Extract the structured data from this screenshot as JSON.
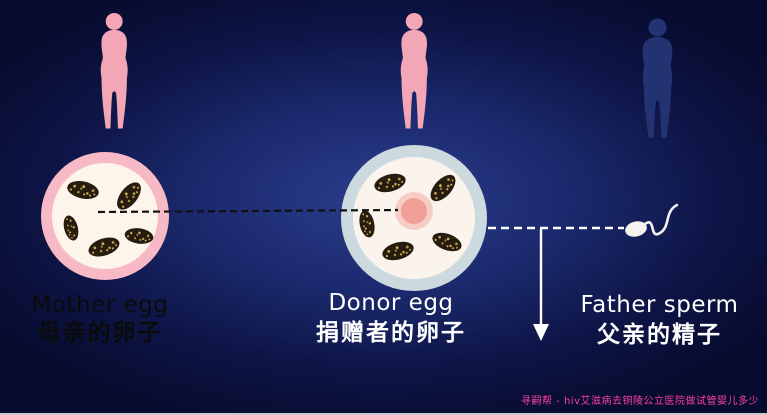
{
  "diagram": {
    "type": "egg-donation-illustration",
    "nodes": [
      {
        "id": "mother",
        "figure": "female-silhouette",
        "cell": "mother-egg"
      },
      {
        "id": "donor",
        "figure": "female-silhouette",
        "cell": "donor-egg-with-nucleus"
      },
      {
        "id": "father",
        "figure": "male-silhouette",
        "cell": "sperm"
      }
    ],
    "connectors": [
      {
        "from": "mother-egg",
        "to": "donor-egg",
        "style": "dashed-black"
      },
      {
        "from": "sperm",
        "to": "donor-egg",
        "style": "dashed-white-with-down-arrow"
      }
    ]
  },
  "labels": {
    "mother": {
      "en": "Mother egg",
      "zh": "母亲的卵子"
    },
    "donor": {
      "en": "Donor egg",
      "zh": "捐赠者的卵子"
    },
    "father": {
      "en": "Father sperm",
      "zh": "父亲的精子"
    }
  },
  "watermark": {
    "text": "寻嗣帮 - hiv艾滋病去铜陵公立医院做试管婴儿多少"
  },
  "colors": {
    "background_center": "#2c3d8c",
    "background_edge": "#070b2d",
    "female_silhouette": "#f2a6b6",
    "male_silhouette": "#233372",
    "mother_egg_ring": "#f8b9c6",
    "egg_fill": "#fdf5ea",
    "donor_egg_ring": "#ccdae0",
    "nucleus_outer": "#f6cdc6",
    "nucleus_inner": "#ef9f96",
    "chromosome_body": "#261c10",
    "chromosome_speckle": "#c9a44d",
    "sperm": "#f5f3ee",
    "connector_left": "#111111",
    "connector_right": "#ffffff",
    "label_mother_text": "#0b0b0b",
    "label_light_text": "#ffffff",
    "watermark_text": "#ff3fa8"
  }
}
